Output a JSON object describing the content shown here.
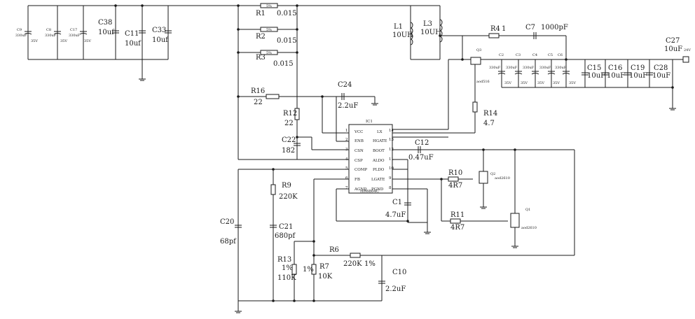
{
  "ic": {
    "ref": "IC1",
    "part": "HR6804C",
    "pins_left": [
      {
        "name": "VCC",
        "num": "1"
      },
      {
        "name": "ENB",
        "num": "2"
      },
      {
        "name": "CSN",
        "num": "3"
      },
      {
        "name": "CSP",
        "num": "4"
      },
      {
        "name": "COMP",
        "num": "5"
      },
      {
        "name": "FB",
        "num": "6"
      },
      {
        "name": "AGND",
        "num": "7"
      }
    ],
    "pins_right": [
      {
        "name": "LX",
        "num": "14"
      },
      {
        "name": "HGATE",
        "num": "13"
      },
      {
        "name": "BOOT",
        "num": "12"
      },
      {
        "name": "ALDO",
        "num": "11"
      },
      {
        "name": "PLDO",
        "num": "10"
      },
      {
        "name": "LGATE",
        "num": "9"
      },
      {
        "name": "PGND",
        "num": "8"
      }
    ]
  },
  "input_caps": {
    "C9": {
      "ref": "C9",
      "value": "330uF",
      "voltage": "35V"
    },
    "C8": {
      "ref": "C8",
      "value": "330uF",
      "voltage": "35V"
    },
    "C17": {
      "ref": "C17",
      "value": "330uF",
      "voltage": "35V"
    },
    "C38": {
      "ref": "C38",
      "value": "10uf"
    },
    "C11": {
      "ref": "C11",
      "value": "10uf"
    },
    "C33": {
      "ref": "C33",
      "value": "10uf"
    }
  },
  "sense": {
    "R1": {
      "ref": "R1",
      "value": "0.015",
      "tol": "5%"
    },
    "R2": {
      "ref": "R2",
      "value": "0.015",
      "tol": "5%"
    },
    "R3": {
      "ref": "R3",
      "value": "0.015",
      "tol": "5%"
    },
    "R16": {
      "ref": "R16",
      "value": "22"
    },
    "R12": {
      "ref": "R12",
      "value": "22"
    },
    "C22": {
      "ref": "C22",
      "value": "182"
    },
    "C24": {
      "ref": "C24",
      "value": "2.2uF"
    }
  },
  "inductors": {
    "L1": {
      "ref": "L1",
      "value": "10UH"
    },
    "L3": {
      "ref": "L3",
      "value": "10UH"
    }
  },
  "snubber": {
    "R4": {
      "ref": "R4",
      "value": "1"
    },
    "C7": {
      "ref": "C7",
      "value": "1000pF"
    }
  },
  "high_side": {
    "Q3": {
      "ref": "Q3",
      "part": "aod516"
    },
    "R14": {
      "ref": "R14",
      "value": "4.7"
    }
  },
  "output_caps": {
    "C2": {
      "ref": "C2",
      "value": "330uF",
      "voltage": "35V"
    },
    "C3": {
      "ref": "C3",
      "value": "330uF",
      "voltage": "35V"
    },
    "C4": {
      "ref": "C4",
      "value": "330uF",
      "voltage": "35V"
    },
    "C5": {
      "ref": "C5",
      "value": "330uF",
      "voltage": "35V"
    },
    "C6": {
      "ref": "C6",
      "value": "330uF",
      "voltage": "35V"
    },
    "C15": {
      "ref": "C15",
      "value": "10uF"
    },
    "C16": {
      "ref": "C16",
      "value": "10uF"
    },
    "C19": {
      "ref": "C19",
      "value": "10uF"
    },
    "C28": {
      "ref": "C28",
      "value": "10uF"
    },
    "C27": {
      "ref": "C27",
      "value": "10uF"
    },
    "out_label": "24V"
  },
  "boot": {
    "C12": {
      "ref": "C12",
      "value": "0.47uF"
    }
  },
  "ldo": {
    "C1": {
      "ref": "C1",
      "value": "4.7uF"
    }
  },
  "low_side": {
    "R10": {
      "ref": "R10",
      "value": "4R7"
    },
    "R11": {
      "ref": "R11",
      "value": "4R7"
    },
    "Q2": {
      "ref": "Q2",
      "part": "aod2610"
    },
    "Q1": {
      "ref": "Q1",
      "part": "aod2610"
    }
  },
  "comp": {
    "R9": {
      "ref": "R9",
      "value": "220K"
    },
    "C21": {
      "ref": "C21",
      "value": "680pf"
    },
    "C20": {
      "ref": "C20",
      "value": "68pf"
    }
  },
  "feedback": {
    "R13": {
      "ref": "R13",
      "value": "110K",
      "tol": "1%"
    },
    "R7": {
      "ref": "R7",
      "value": "10K",
      "tol": "1%"
    },
    "R6": {
      "ref": "R6",
      "value": "220K",
      "tol": "1%"
    },
    "C10": {
      "ref": "C10",
      "value": "2.2uF"
    }
  }
}
